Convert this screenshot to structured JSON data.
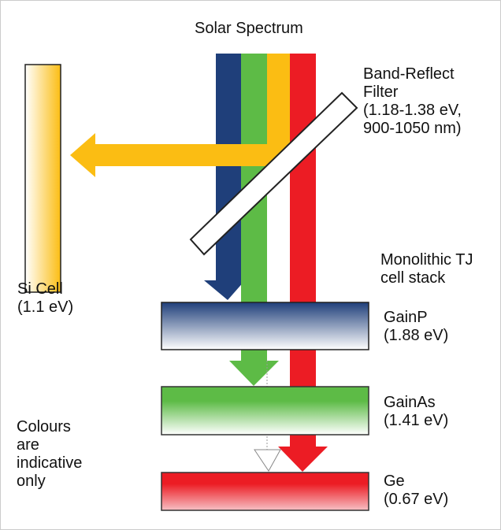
{
  "title": "Solar Spectrum",
  "filter": {
    "line1": "Band-Reflect",
    "line2": "Filter",
    "line3": "(1.18-1.38 eV,",
    "line4": "900-1050 nm)"
  },
  "si_cell": {
    "line1": "Si Cell",
    "line2": "(1.1 eV)"
  },
  "stack": {
    "line1": "Monolithic TJ",
    "line2": "cell stack"
  },
  "cells": [
    {
      "name": "GainP",
      "bandgap": "(1.88 eV)"
    },
    {
      "name": "GainAs",
      "bandgap": "(1.41 eV)"
    },
    {
      "name": "Ge",
      "bandgap": "(0.67 eV)"
    }
  ],
  "note": {
    "line1": "Colours",
    "line2": "are",
    "line3": "indicative",
    "line4": "only"
  },
  "colors": {
    "blue": "#1f3f7a",
    "green": "#5dbb46",
    "yellow": "#fbbd13",
    "red": "#ec1c24"
  }
}
